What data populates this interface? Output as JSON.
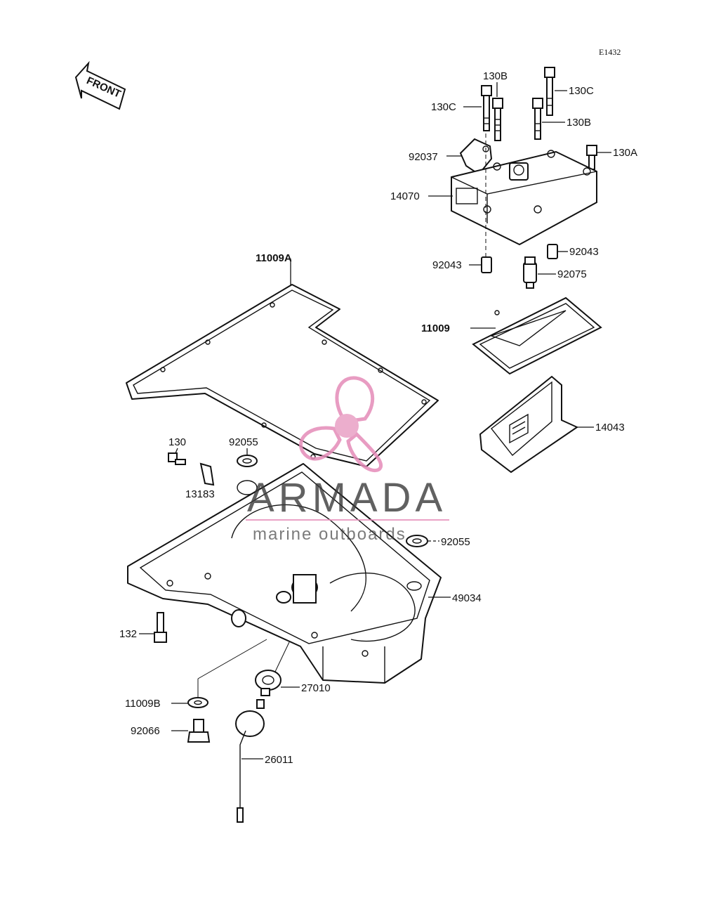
{
  "diagram_code": "E1432",
  "front_label": "FRONT",
  "watermark": {
    "brand": "ARMADA",
    "tagline": "marine outboards",
    "logo_color": "#e58bb8",
    "hub_color": "#e9a0c5"
  },
  "callouts": {
    "c_130B_top": "130B",
    "c_130C_right": "130C",
    "c_130C_left": "130C",
    "c_130B_right": "130B",
    "c_130A": "130A",
    "c_92037": "92037",
    "c_14070": "14070",
    "c_92043_left": "92043",
    "c_92043_right": "92043",
    "c_92075": "92075",
    "c_11009A": "11009A",
    "c_11009": "11009",
    "c_14043": "14043",
    "c_130": "130",
    "c_92055_top": "92055",
    "c_13183": "13183",
    "c_92055_right": "92055",
    "c_49034": "49034",
    "c_132": "132",
    "c_27010": "27010",
    "c_11009B": "11009B",
    "c_92066": "92066",
    "c_26011": "26011"
  }
}
